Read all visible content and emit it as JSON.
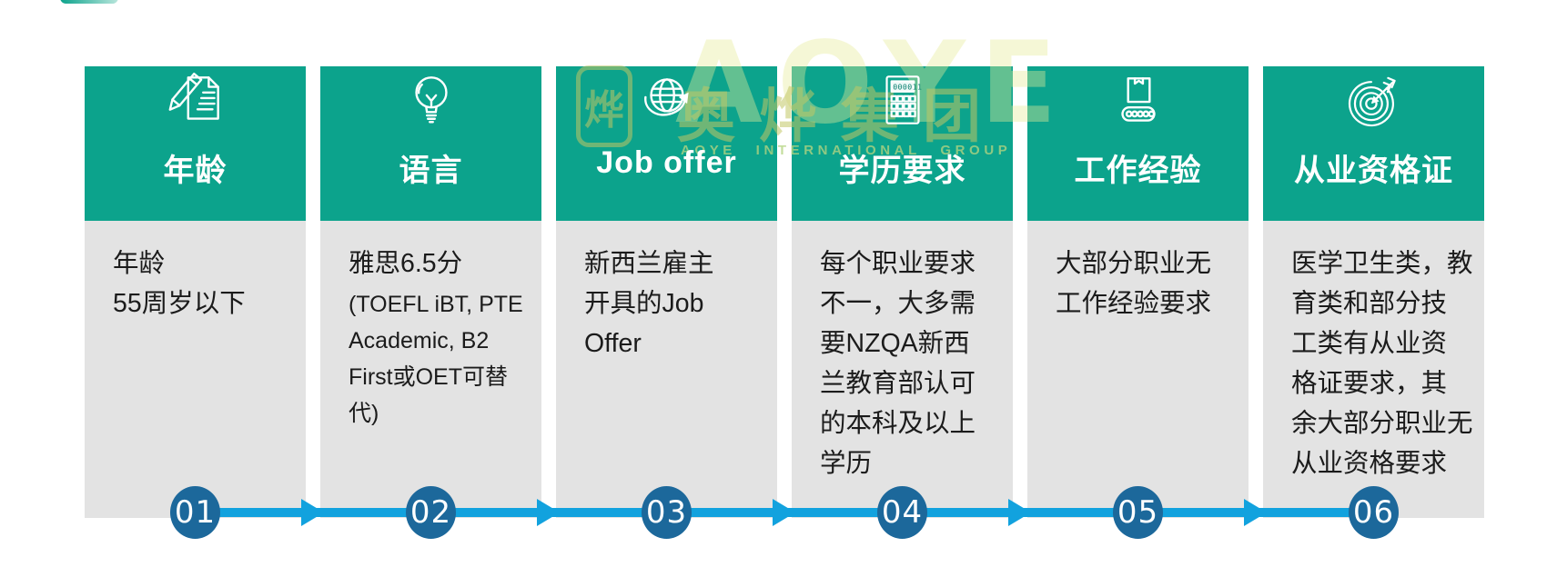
{
  "colors": {
    "teal": "#0CA38C",
    "body_bg": "#E3E3E3",
    "text": "#1B1B1B",
    "circle_blue": "#1C689B",
    "arrow_blue": "#12A2DE",
    "wm": "rgba(193,198,100,0.55)"
  },
  "watermark": {
    "big_text": "AOYE",
    "logo_char": "烨",
    "cn_text": "奥烨集团",
    "en_text": "AOYE INTERNATIONAL GROUP"
  },
  "calc_display": "000011",
  "columns": [
    {
      "icon": "pencil-document-icon",
      "title": "年龄",
      "body": "年龄\n55周岁以下",
      "step": "01"
    },
    {
      "icon": "lightbulb-icon",
      "title": "语言",
      "body": "雅思6.5分",
      "note": "(TOEFL iBT, PTE\nAcademic, B2\nFirst或OET可替代)",
      "step": "02"
    },
    {
      "icon": "globe-arrow-icon",
      "title": "Job offer",
      "body": "新西兰雇主\n开具的Job\nOffer",
      "step": "03"
    },
    {
      "icon": "calculator-icon",
      "title": "学历要求",
      "body": "每个职业要求\n不一，大多需\n要NZQA新西\n兰教育部认可\n的本科及以上\n学历",
      "step": "04"
    },
    {
      "icon": "conveyor-box-icon",
      "title": "工作经验",
      "body": "大部分职业无\n工作经验要求",
      "step": "05"
    },
    {
      "icon": "target-dart-icon",
      "title": "从业资格证",
      "body": "医学卫生类，教\n育类和部分技\n工类有从业资\n格证要求，其\n余大部分职业无\n从业资格要求",
      "step": "06"
    }
  ]
}
